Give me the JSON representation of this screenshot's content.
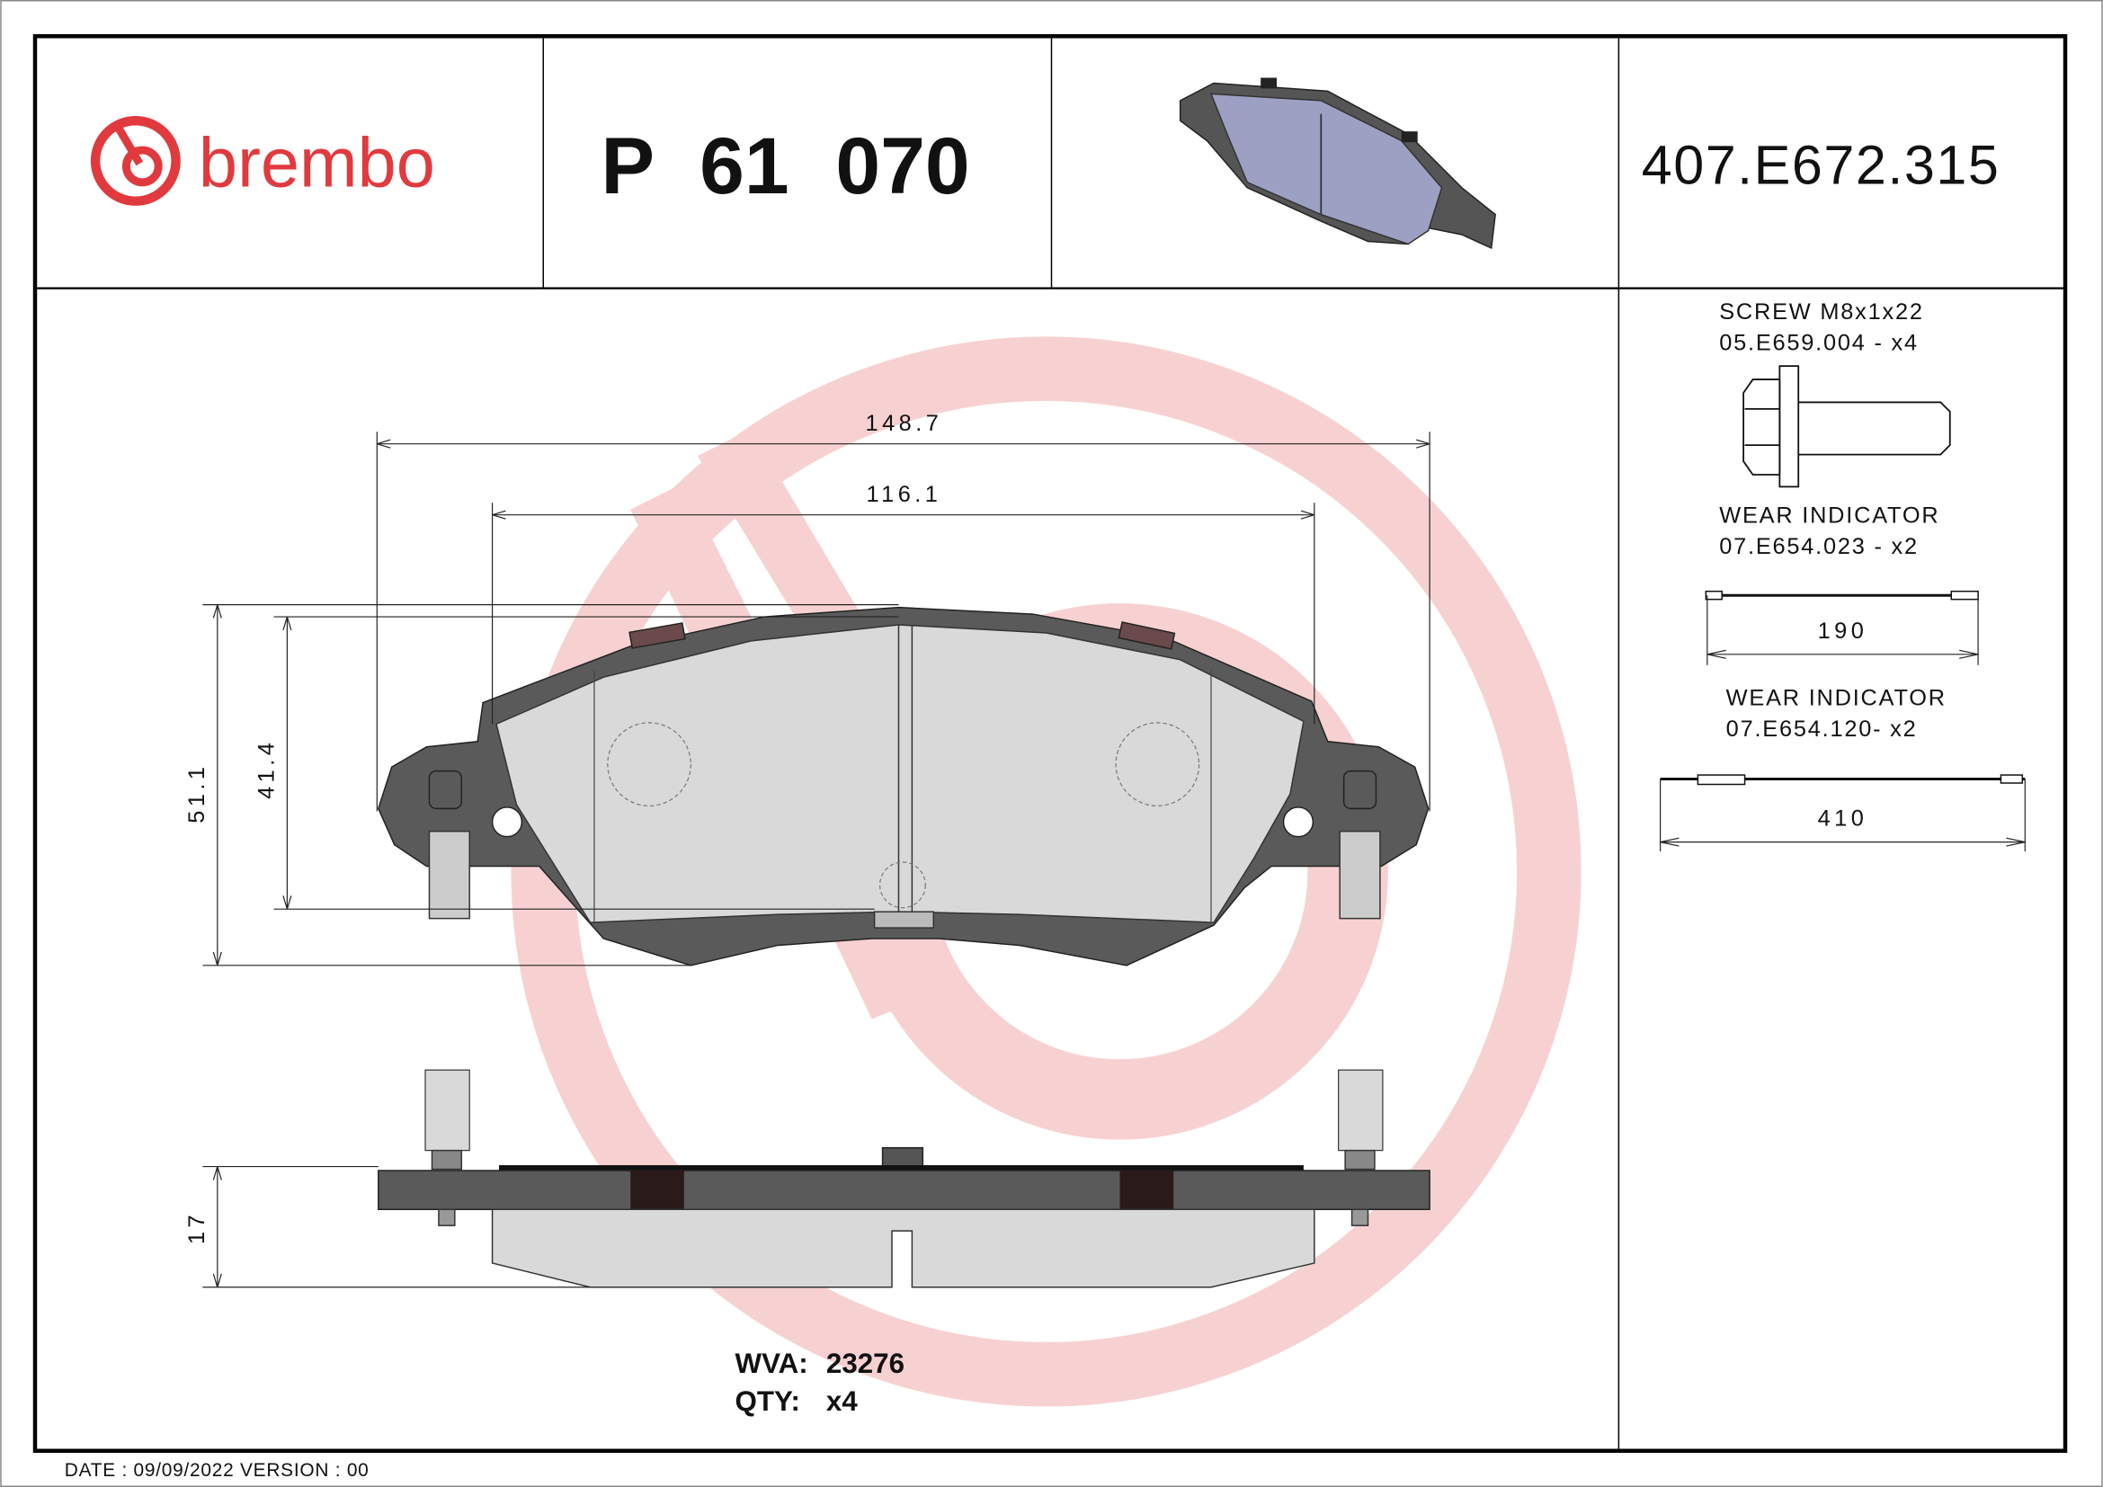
{
  "header": {
    "brand": "brembo",
    "part_number": "P 61 070",
    "reference_code": "407.E672.315"
  },
  "dimensions": {
    "overall_width": "148.7",
    "friction_width": "116.1",
    "overall_height": "51.1",
    "friction_height": "41.4",
    "thickness": "17"
  },
  "accessories": [
    {
      "name": "SCREW M8x1x22",
      "code": "05.E659.004 - x4"
    },
    {
      "name": "WEAR INDICATOR",
      "code": "07.E654.023 - x2",
      "length": "190"
    },
    {
      "name": "WEAR INDICATOR",
      "code": "07.E654.120- x2",
      "length": "410"
    }
  ],
  "info": {
    "wva_label": "WVA:",
    "wva_value": "23276",
    "qty_label": "QTY:",
    "qty_value": "x4"
  },
  "footer": {
    "text": "DATE : 09/09/2022 VERSION : 00"
  },
  "colors": {
    "brand_red": "#e03a3e",
    "backplate": "#5a5a5a",
    "friction": "#d9d9d9",
    "watermark": "#f6c9ca"
  }
}
